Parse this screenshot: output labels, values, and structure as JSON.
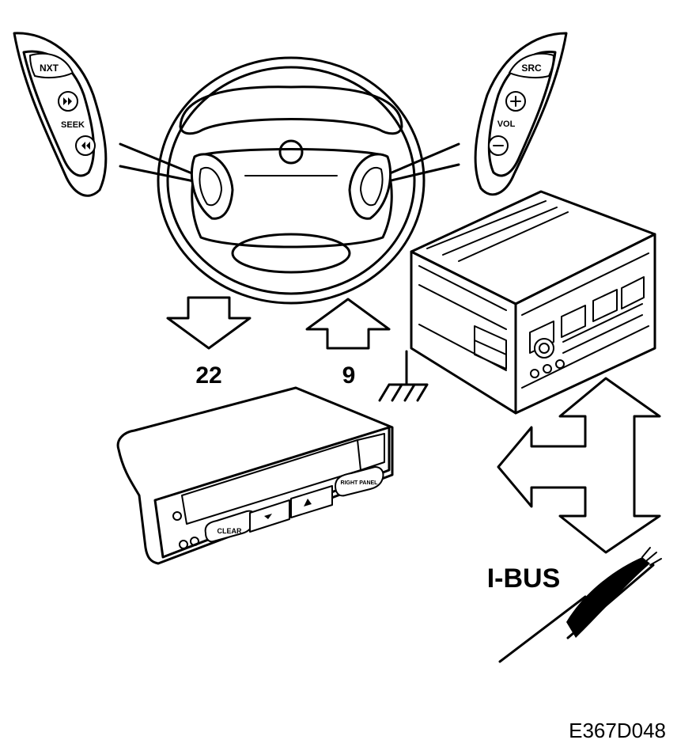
{
  "left_pad": {
    "nxt": "NXT",
    "seek": "SEEK"
  },
  "right_pad": {
    "src": "SRC",
    "vol": "VOL"
  },
  "arrows": {
    "down_label": "22",
    "up_label": "9"
  },
  "info_display": {
    "clear": "CLEAR",
    "right_panel": "RIGHT PANEL"
  },
  "bus_label": "I-BUS",
  "figure_code": "E367D048"
}
